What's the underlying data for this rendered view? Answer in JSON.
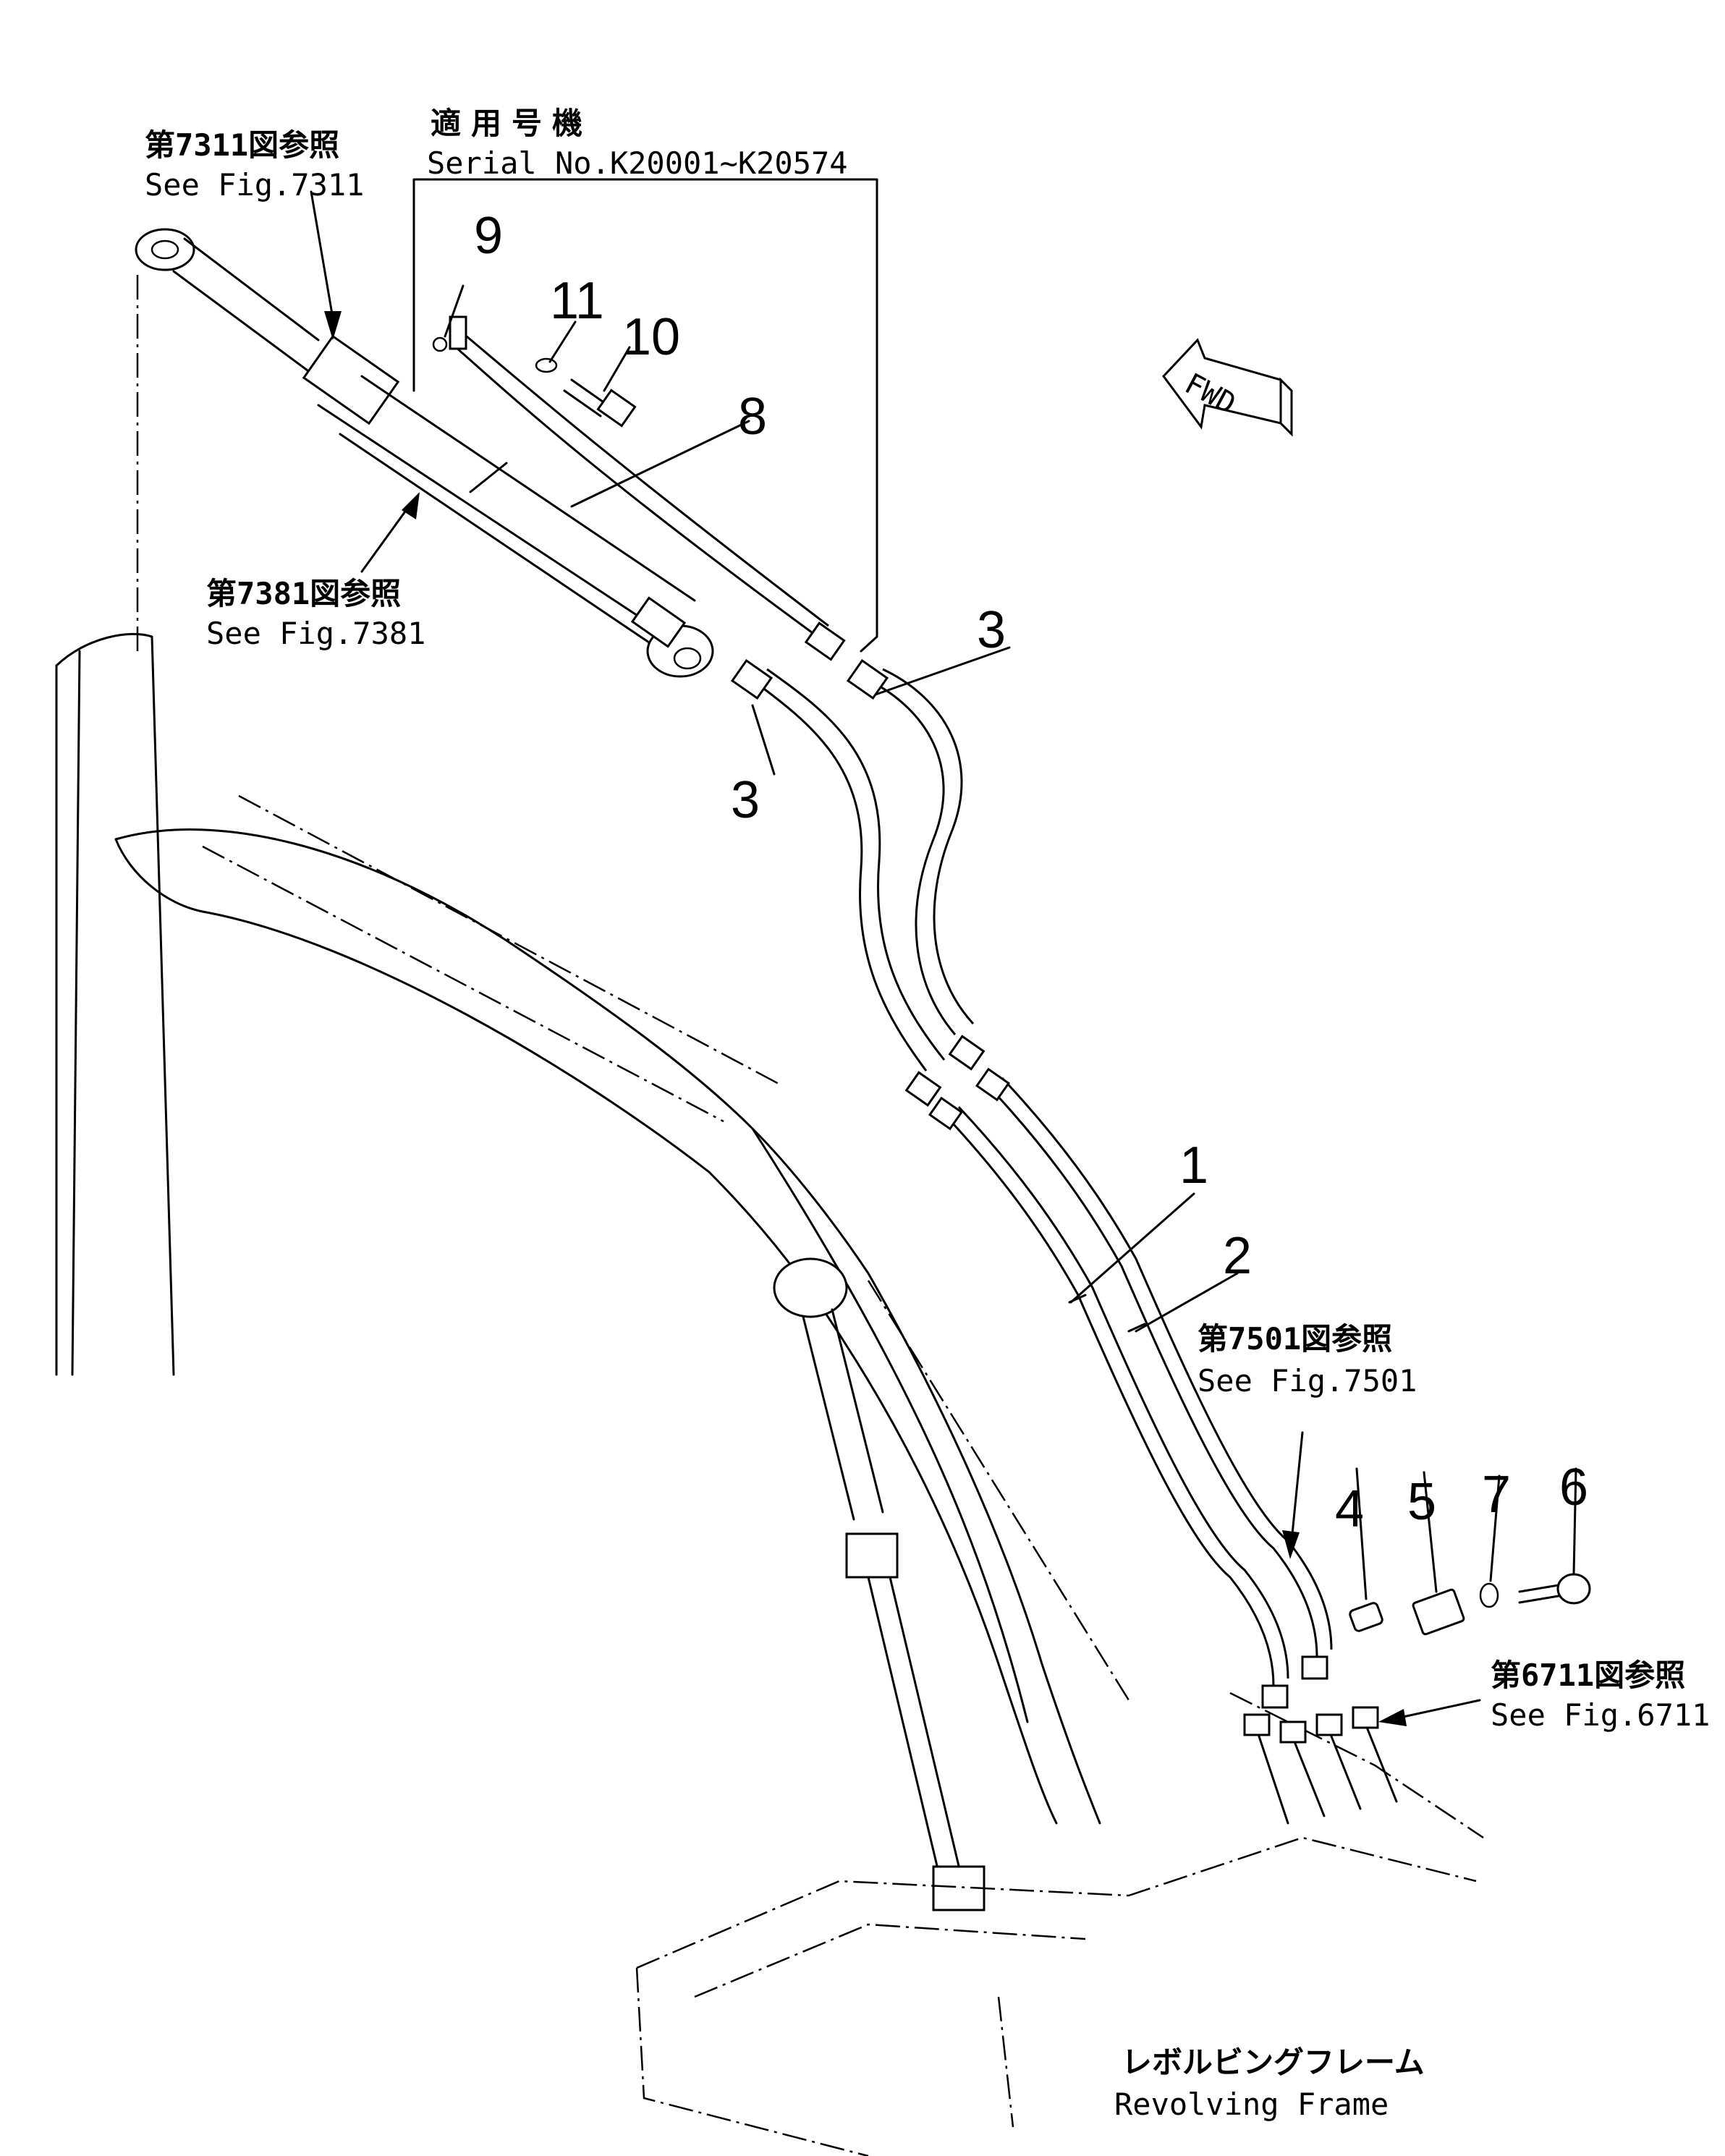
{
  "serial_box": {
    "jp": "適用号機",
    "en": "Serial No.K20001~K20574"
  },
  "references": [
    {
      "jp": "第7311図参照",
      "en": "See Fig.7311"
    },
    {
      "jp": "第7381図参照",
      "en": "See Fig.7381"
    },
    {
      "jp": "第7501図参照",
      "en": "See Fig.7501"
    },
    {
      "jp": "第6711図参照",
      "en": "See Fig.6711"
    }
  ],
  "callouts": [
    "1",
    "2",
    "3",
    "3",
    "4",
    "5",
    "6",
    "7",
    "8",
    "9",
    "10",
    "11"
  ],
  "forward_arrow": "FWD",
  "frame_label": {
    "jp": "レボルビングフレーム",
    "en": "Revolving Frame"
  }
}
